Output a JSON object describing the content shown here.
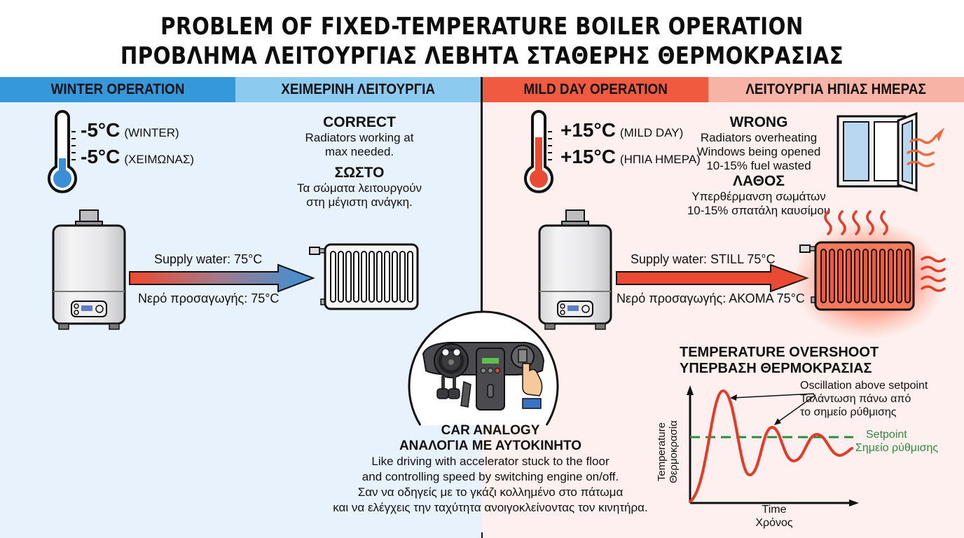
{
  "title": {
    "line1": "PROBLEM OF FIXED-TEMPERATURE BOILER OPERATION",
    "line2": "ΠΡΟΒΛΗΜΑ ΛΕΙΤΟΥΡΓΙΑΣ ΛΕΒΗΤΑ ΣΤΑΘΕΡΗΣ ΘΕΡΜΟΚΡΑΣΙΑΣ"
  },
  "colors": {
    "winter_primary": "#3498db",
    "winter_secondary": "#8ccaf0",
    "winter_bg": "#e8f2fc",
    "mild_primary": "#f05a3e",
    "mild_secondary": "#f7b3a6",
    "mild_bg": "#fdf0ee",
    "setpoint_green": "#2e8b3e",
    "curve_red": "#e53a26"
  },
  "winter": {
    "header_en": "WINTER OPERATION",
    "header_gr": "ΧΕΙΜΕΡΙΝΗ ΛΕΙΤΟΥΡΓΙΑ",
    "thermometer_icon": "thermometer-low-icon",
    "temp_en_value": "-5°C",
    "temp_en_label": "(WINTER)",
    "temp_gr_value": "-5°C",
    "temp_gr_label": "(ΧΕΙΜΩΝΑΣ)",
    "verdict_en": "CORRECT",
    "desc_en_1": "Radiators working at",
    "desc_en_2": "max needed.",
    "verdict_gr": "ΣΩΣΤΟ",
    "desc_gr_1": "Τα σώματα λειτουργούν",
    "desc_gr_2": "στη μέγιστη ανάγκη.",
    "supply_en": "Supply water: 75°C",
    "supply_gr": "Νερό προσαγωγής: 75°C"
  },
  "mild": {
    "header_en": "MILD DAY OPERATION",
    "header_gr": "ΛΕΙΤΟΥΡΓΙΑ ΗΠΙΑΣ ΗΜΕΡΑΣ",
    "thermometer_icon": "thermometer-high-icon",
    "temp_en_value": "+15°C",
    "temp_en_label": "(MILD DAY)",
    "temp_gr_value": "+15°C",
    "temp_gr_label": "(ΗΠΙΑ ΗΜΕΡΑ)",
    "verdict_en": "WRONG",
    "desc_en_1": "Radiators overheating",
    "desc_en_2": "Windows being opened",
    "desc_en_3": "10-15% fuel wasted",
    "verdict_gr": "ΛΑΘΟΣ",
    "desc_gr_1": "Υπερθέρμανση σωμάτων",
    "desc_gr_2": "10-15% σπατάλη καυσίμου",
    "supply_en": "Supply water: STILL 75°C",
    "supply_gr": "Νερό προσαγωγής: ΑΚΟΜΑ 75°C"
  },
  "car_analogy": {
    "title_en": "CAR ANALOGY",
    "title_gr": "ΑΝΑΛΟΓΙΑ ΜΕ ΑΥΤΟΚΙΝΗΤΟ",
    "text_en_1": "Like driving with accelerator stuck to the floor",
    "text_en_2": "and controlling speed by switching engine on/off.",
    "text_gr_1": "Σαν να οδηγείς με το γκάζι κολλημένο στο πάτωμα",
    "text_gr_2": "και να ελέγχεις την ταχύτητα ανοιγοκλείνοντας τον κινητήρα."
  },
  "overshoot": {
    "title_en": "TEMPERATURE OVERSHOOT",
    "title_gr": "ΥΠΕΡΒΑΣΗ ΘΕΡΜΟΚΡΑΣΙΑΣ",
    "annotation_en": "Oscillation above setpoint",
    "annotation_gr_1": "Ταλάντωση πάνω από",
    "annotation_gr_2": "το σημείο ρύθμισης",
    "setpoint_en": "Setpoint",
    "setpoint_gr": "Σημείο ρύθμισης",
    "y_label_en": "Temperature",
    "y_label_gr": "Θερμοκρασία",
    "x_label_en": "Time",
    "x_label_gr": "Χρόνος"
  }
}
